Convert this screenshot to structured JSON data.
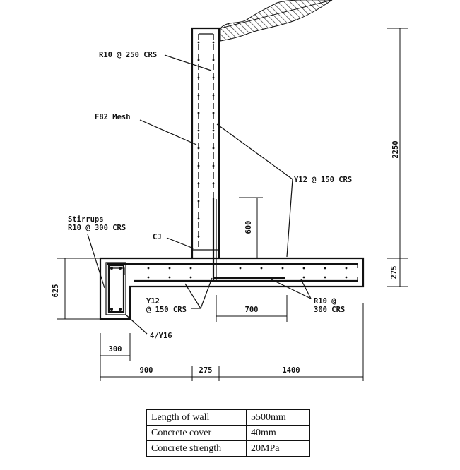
{
  "labels": {
    "r10_250": "R10 @ 250 CRS",
    "f82": "F82 Mesh",
    "y12_150_top": "Y12 @ 150 CRS",
    "stirrups_1": "Stirrups",
    "stirrups_2": "R10 @ 300 CRS",
    "cj": "CJ",
    "y12_bottom_1": "Y12",
    "y12_bottom_2": "@ 150 CRS",
    "r10_300_1": "R10 @",
    "r10_300_2": "300 CRS",
    "y16": "4/Y16"
  },
  "dimensions": {
    "d2250": "2250",
    "d600": "600",
    "d275_right": "275",
    "d625": "625",
    "d700": "700",
    "d300": "300",
    "d900": "900",
    "d275_bottom": "275",
    "d1400": "1400"
  },
  "table": {
    "rows": [
      {
        "label": "Length of wall",
        "value": "5500mm"
      },
      {
        "label": "Concrete cover",
        "value": "40mm"
      },
      {
        "label": "Concrete strength",
        "value": "20MPa"
      }
    ]
  }
}
